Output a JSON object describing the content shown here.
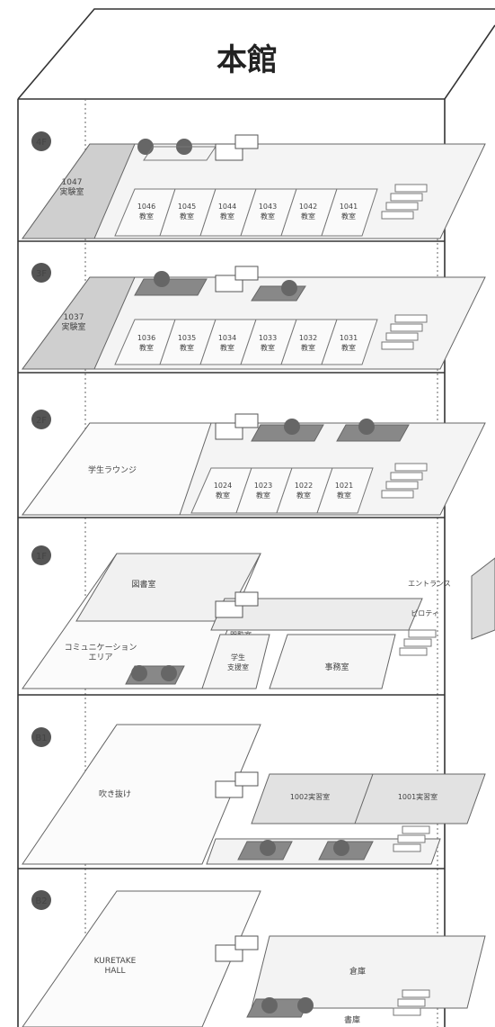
{
  "building": {
    "title": "本館",
    "entrance_label": "エントランス",
    "pilotis_label": "ピロティ"
  },
  "floors": [
    {
      "badge": "4F",
      "lab": "1047\n実験室",
      "rooms": [
        {
          "no": "1046",
          "type": "教室"
        },
        {
          "no": "1045",
          "type": "教室"
        },
        {
          "no": "1044",
          "type": "教室"
        },
        {
          "no": "1043",
          "type": "教室"
        },
        {
          "no": "1042",
          "type": "教室"
        },
        {
          "no": "1041",
          "type": "教室"
        }
      ]
    },
    {
      "badge": "3F",
      "lab": "1037\n実験室",
      "rooms": [
        {
          "no": "1036",
          "type": "教室"
        },
        {
          "no": "1035",
          "type": "教室"
        },
        {
          "no": "1034",
          "type": "教室"
        },
        {
          "no": "1033",
          "type": "教室"
        },
        {
          "no": "1032",
          "type": "教室"
        },
        {
          "no": "1031",
          "type": "教室"
        }
      ]
    },
    {
      "badge": "2F",
      "lounge": "学生ラウンジ",
      "rooms": [
        {
          "no": "1024",
          "type": "教室"
        },
        {
          "no": "1023",
          "type": "教室"
        },
        {
          "no": "1022",
          "type": "教室"
        },
        {
          "no": "1021",
          "type": "教室"
        }
      ]
    },
    {
      "badge": "1F",
      "library": "図書室",
      "communication": "コミュニケーション\nエリア",
      "student_support": "学生\n支援室",
      "office": "事務室",
      "reading": "閲覧室"
    },
    {
      "badge": "B1",
      "atrium": "吹き抜け",
      "lab_a": "1002実習室",
      "lab_b": "1001実習室"
    },
    {
      "badge": "B2",
      "hall": "KURETAKE\nHALL",
      "storage": "倉庫",
      "stock": "書庫"
    }
  ]
}
